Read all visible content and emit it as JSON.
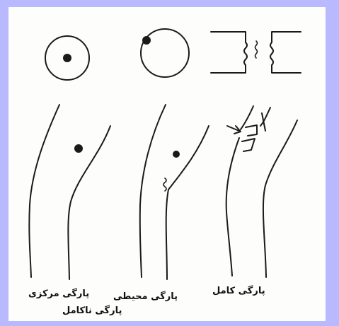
{
  "labels": {
    "central": "پارگی مرکزی",
    "incomplete": "پارگی ناکامل",
    "peripheral": "پارگی محیطی",
    "complete": "پارگی کامل"
  },
  "colors": {
    "frame": "#b9b9ff",
    "sheet": "#fdfdfb",
    "ink": "#1a1a1a"
  }
}
